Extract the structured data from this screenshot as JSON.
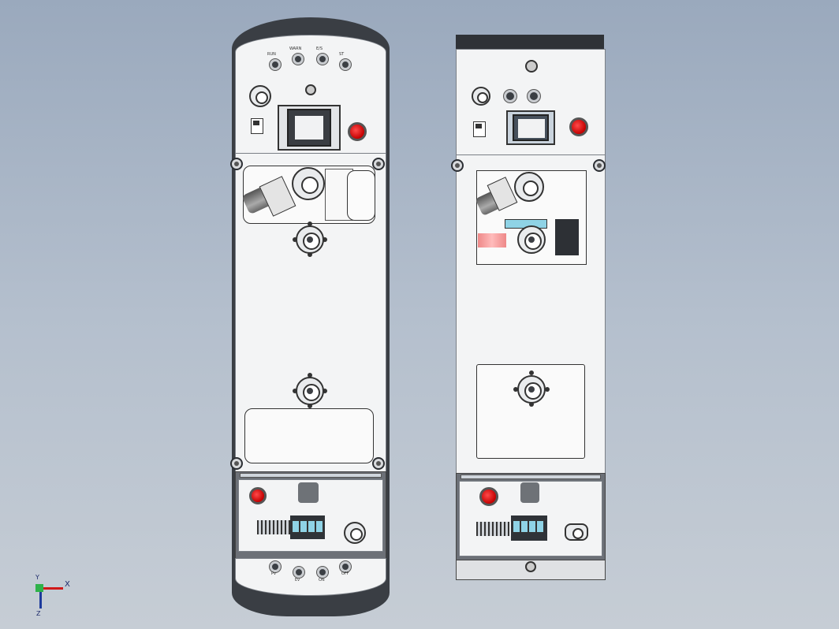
{
  "labels": {
    "top_left": [
      "RUN",
      "WARN",
      "E/S",
      "ST"
    ],
    "bottom_left": [
      "Pv",
      "Ev",
      "ON",
      "OFF"
    ]
  },
  "axis": {
    "x": "X",
    "y": "Y",
    "z": "Z"
  },
  "colors": {
    "estop": "#d40000",
    "screen": "#3a3d42",
    "accent_blue": "#8fd3e6",
    "body": "#f3f4f5"
  }
}
